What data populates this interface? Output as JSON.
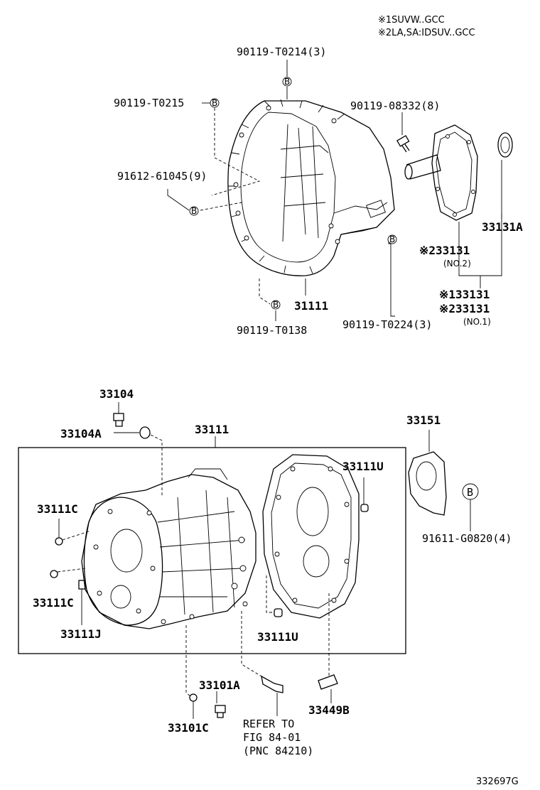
{
  "notes": {
    "note1": "※1SUVW..GCC",
    "note2": "※2LA,SA:IDSUV..GCC"
  },
  "labels": {
    "p90119_T0214": "90119-T0214(3)",
    "p90119_T0215": "90119-T0215",
    "p90119_08332": "90119-08332(8)",
    "p91612_61045": "91612-61045(9)",
    "p33131A": "33131A",
    "p33131_no2_code": "※233131",
    "p33131_no2_sub": "(NO.2)",
    "p133131": "※133131",
    "p233131": "※233131",
    "p33131_no1_sub": "(NO.1)",
    "p31111": "31111",
    "p90119_T0224": "90119-T0224(3)",
    "p90119_T0138": "90119-T0138",
    "p33104": "33104",
    "p33104A": "33104A",
    "p33111": "33111",
    "p33151": "33151",
    "p33111U_top": "33111U",
    "p33111C_top": "33111C",
    "p33111C_bottom": "33111C",
    "p33111J": "33111J",
    "p33111U_bottom": "33111U",
    "p91611_G0820": "91611-G0820(4)",
    "p33101A": "33101A",
    "p33449B": "33449B",
    "p33101C": "33101C",
    "refer_line1": "REFER TO",
    "refer_line2": "FIG 84-01",
    "refer_line3": "(PNC 84210)",
    "diagram_id": "332697G"
  },
  "markers": {
    "bolt_marker": "B"
  }
}
